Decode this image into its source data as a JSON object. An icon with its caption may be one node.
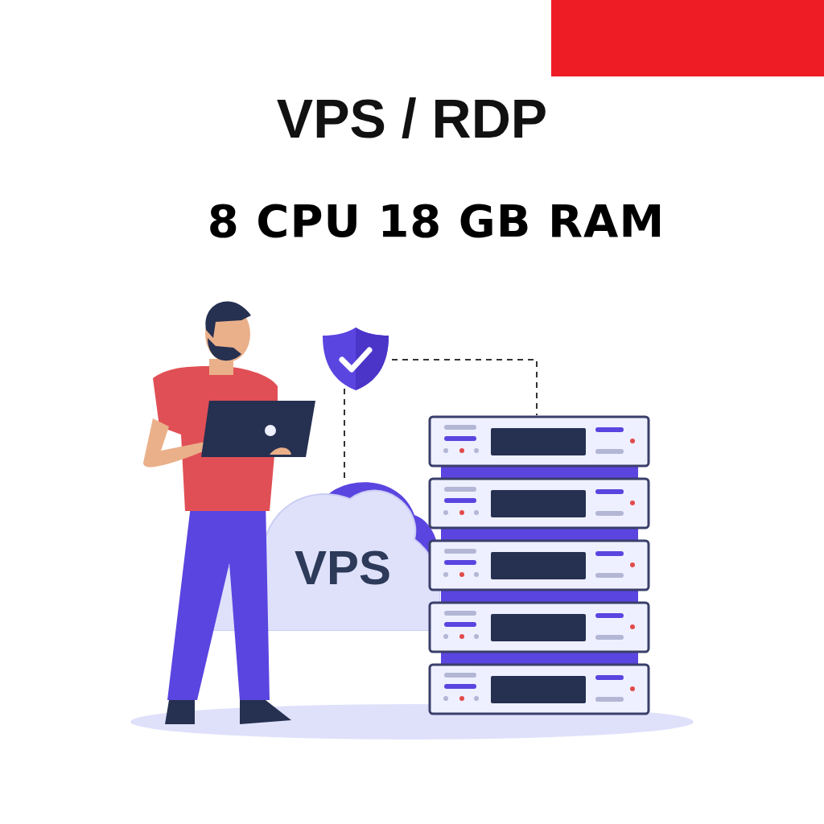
{
  "diagram": {
    "title": "VPS / RDP",
    "nodes": [
      {
        "text": [],
        "shape": "picture"
      },
      {
        "text": [
          "VPS"
        ]
      },
      {
        "text": [],
        "shape": "picture"
      },
      {
        "text": [],
        "shape": "box"
      }
    ],
    "edges": [
      {
        "from": 0,
        "to": 1,
        "arrow": "none",
        "style": "dashed"
      },
      {
        "from": 0,
        "to": 2,
        "arrow": "none",
        "style": "dashed"
      }
    ],
    "labels": [
      "8 CPU 18 GB RAM"
    ]
  }
}
